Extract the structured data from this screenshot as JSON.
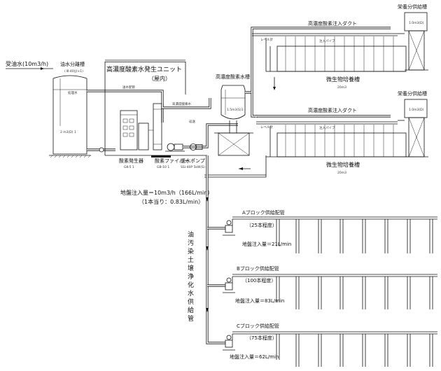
{
  "inflow": {
    "label": "受油水(10m3/h)"
  },
  "oil_water_tank": {
    "title": "油水分離槽",
    "note": "( Ⅲ-40(J)×1)",
    "capacity": "2 m3(D) 1",
    "inner": "処理水"
  },
  "enclosure": {
    "title": "高濃度酸素水発生ユニット",
    "subtitle": "（屋内）"
  },
  "oxygen_generator": {
    "label": "酸素発生器",
    "code": "GK-5 1"
  },
  "dissolver": {
    "label": "酸素ファイバー",
    "code": "GB-10 1"
  },
  "water_pump": {
    "label": "送水ポンプ",
    "code": "SSi-40P 5kW(S) 1"
  },
  "high_conc_tank": {
    "title": "高濃度酸素水槽",
    "capacity": "1.5m3(S)1"
  },
  "pipe_notes": {
    "a": "送水配管",
    "b": "高濃度酸素水",
    "c": "返送"
  },
  "bioreactor_1": {
    "title": "微生物培養槽",
    "volume": "20m3",
    "duct": "高濃度酸素注入ダクト",
    "pipe": "注入パイプ",
    "level": "レベル計"
  },
  "bioreactor_2": {
    "title": "微生物培養槽",
    "volume": "20m3",
    "duct": "高濃度酸素注入ダクト",
    "pipe": "注入パイプ",
    "level": "レベル計"
  },
  "nutrient_tank_1": {
    "title": "栄養分供給槽",
    "capacity": "1.0m3(D)"
  },
  "nutrient_tank_2": {
    "title": "栄養分供給槽",
    "capacity": "1.0m3(D)"
  },
  "injection_total": {
    "line1": "地盤注入量＝10m3/h（166L/min）",
    "line2": "（1本当り：0.83L/min）"
  },
  "supply_pipe": {
    "label": "油汚染土壌浄化水供給管"
  },
  "blocks": [
    {
      "title": "Aブロック供給配管",
      "count": "（25本程度）",
      "rate": "地盤注入量＝21L/min"
    },
    {
      "title": "Bブロック供給配管",
      "count": "（100本程度）",
      "rate": "地盤注入量＝83L/min"
    },
    {
      "title": "Cブロック供給配管",
      "count": "（75本程度）",
      "rate": "地盤注入量＝62L/min"
    }
  ]
}
